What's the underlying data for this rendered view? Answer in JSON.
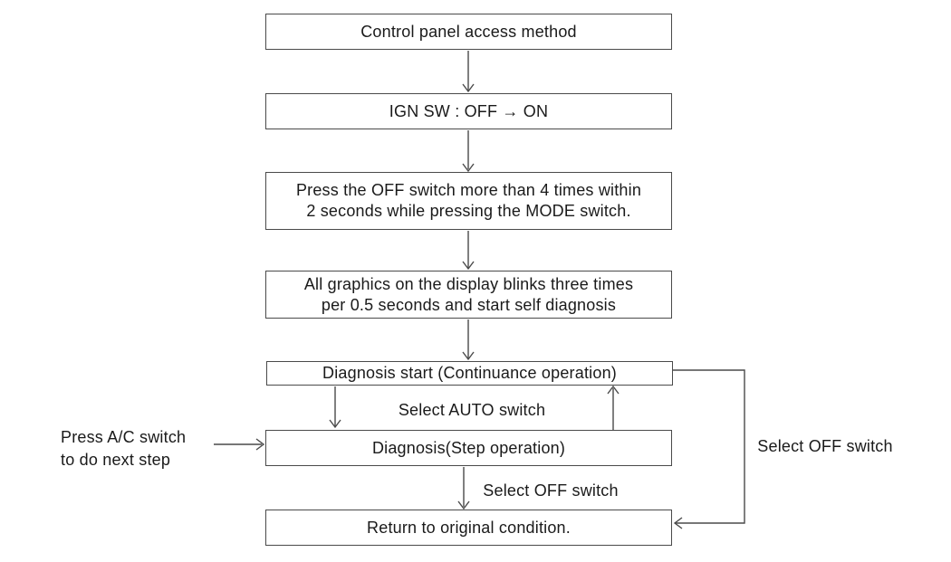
{
  "diagram": {
    "background_color": "#ffffff",
    "line_color": "#4a4a4a",
    "text_color": "#1a1a1a",
    "boxes": [
      {
        "id": "control-panel-access-method",
        "text": "Control panel access method"
      },
      {
        "id": "ign-sw-off-on",
        "text": "IGN SW : OFF → ON"
      },
      {
        "id": "press-off-switch",
        "lines": [
          "Press the OFF switch more than 4 times within",
          "2 seconds while pressing the MODE switch."
        ]
      },
      {
        "id": "all-graphics-blink",
        "lines": [
          "All graphics on the display blinks three times",
          "per 0.5 seconds and start self diagnosis"
        ]
      },
      {
        "id": "diagnosis-start-continuance",
        "text": "Diagnosis start (Continuance operation)"
      },
      {
        "id": "diagnosis-step-operation",
        "text": "Diagnosis(Step operation)"
      },
      {
        "id": "return-to-original-condition",
        "text": "Return to original condition."
      }
    ],
    "labels": {
      "select_auto": "Select AUTO switch",
      "select_off_step_to_return": "Select OFF switch",
      "select_off_right": "Select OFF switch",
      "press_ac_line1": "Press A/C switch",
      "press_ac_line2": "to do next step"
    }
  }
}
